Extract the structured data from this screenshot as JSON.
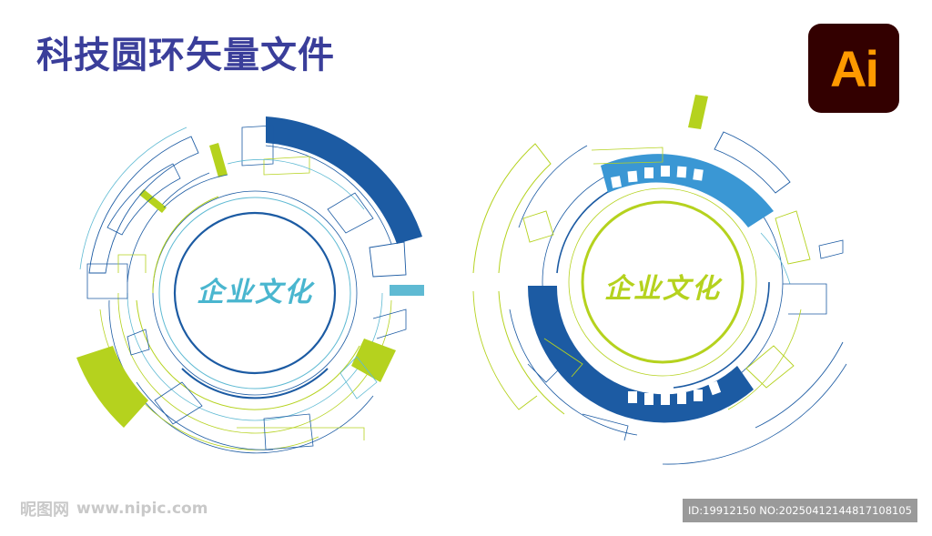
{
  "title": "科技圆环矢量文件",
  "logo": {
    "text": "Ai",
    "bg": "#330000",
    "fg": "#ff9a00"
  },
  "left_ring": {
    "center_text": "企业文化",
    "text_color": "#4ab6cf"
  },
  "right_ring": {
    "center_text": "企业文化",
    "text_color": "#b5d21e"
  },
  "colors": {
    "dark_blue": "#1c5ba3",
    "mid_blue": "#3a97d4",
    "light_blue": "#5fbad3",
    "lime": "#b5d21e",
    "title": "#3a3e9a"
  },
  "watermark": {
    "site": "昵图网",
    "url": "www.nipic.com"
  },
  "id_strip": "ID:19912150 NO:20250412144817108105"
}
